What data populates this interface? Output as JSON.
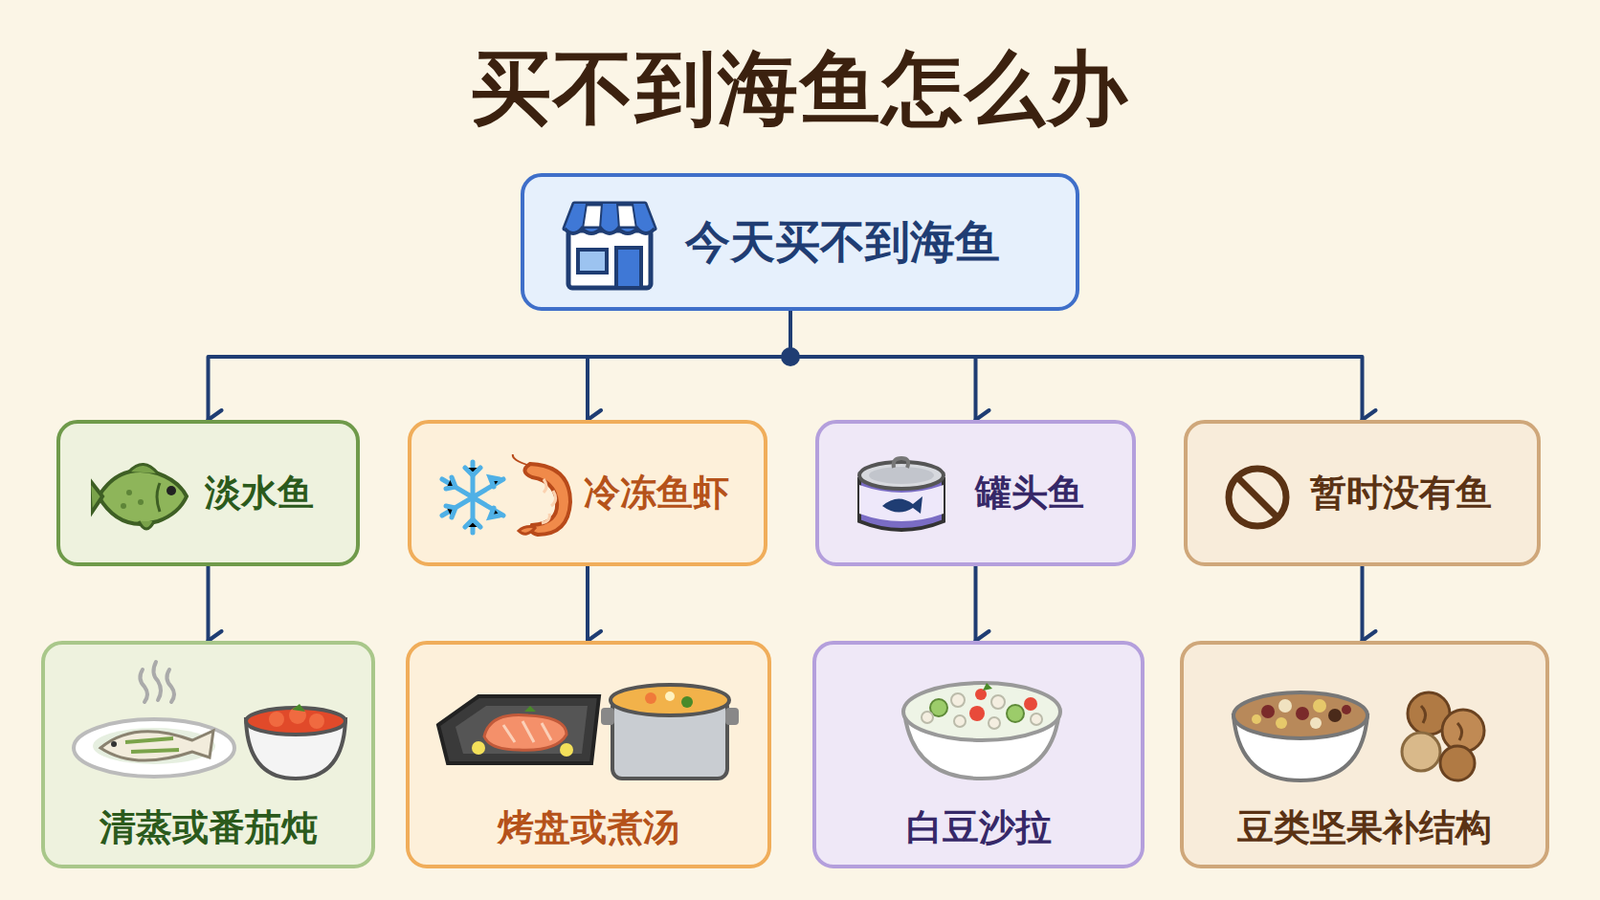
{
  "diagram": {
    "title": "买不到海鱼怎么办",
    "nodes": [
      {
        "text": [
          "今天买不到海鱼"
        ]
      },
      {
        "text": [
          "淡水鱼"
        ]
      },
      {
        "text": [
          "冷冻鱼虾"
        ]
      },
      {
        "text": [
          "罐头鱼"
        ]
      },
      {
        "text": [
          "暂时没有鱼"
        ]
      },
      {
        "text": [
          "清蒸或番茄炖"
        ]
      },
      {
        "text": [
          "烤盘或煮汤"
        ]
      },
      {
        "text": [
          "白豆沙拉"
        ]
      },
      {
        "text": [
          "豆类坚果补结构"
        ]
      }
    ],
    "edges": [
      {
        "from": 0,
        "to": 1,
        "arrow": "to"
      },
      {
        "from": 0,
        "to": 2,
        "arrow": "to"
      },
      {
        "from": 0,
        "to": 3,
        "arrow": "to"
      },
      {
        "from": 0,
        "to": 4,
        "arrow": "to"
      },
      {
        "from": 1,
        "to": 5,
        "arrow": "to"
      },
      {
        "from": 2,
        "to": 6,
        "arrow": "to"
      },
      {
        "from": 3,
        "to": 7,
        "arrow": "to"
      },
      {
        "from": 4,
        "to": 8,
        "arrow": "to"
      }
    ]
  }
}
